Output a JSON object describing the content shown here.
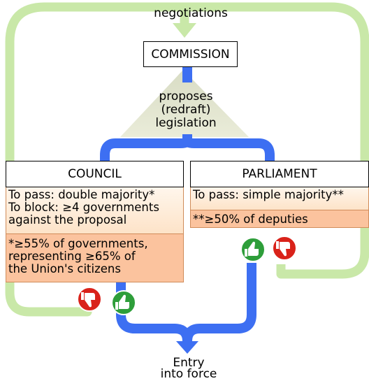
{
  "top_label": "negotiations",
  "commission": {
    "title": "COMMISSION",
    "action_line1": "proposes",
    "action_line2": "(redraft)",
    "action_line3": "legislation"
  },
  "council": {
    "title": "COUNCIL",
    "rule_pass": "To pass: double majority*",
    "rule_block": "To block: ≥4 governments",
    "rule_block_cont": "against the proposal",
    "threshold_line1": "*≥55% of governments,",
    "threshold_line2": "representing  ≥65% of",
    "threshold_line3": "the Union's citizens"
  },
  "parliament": {
    "title": "PARLIAMENT",
    "rule_pass": "To pass: simple majority**",
    "threshold": "**≥50% of deputies"
  },
  "outcome": {
    "line1": "Entry",
    "line2": "into force"
  },
  "colors": {
    "negotiation_arrow": "#c9e8a8",
    "legislation_arrow": "#3d6ff2",
    "panel_dark": "#fbc39e",
    "panel_light": "#fde3c8",
    "thumbs_up_bg": "#2e9e3a",
    "thumbs_down_bg": "#d9221a"
  },
  "icons": [
    "thumbs-up-icon",
    "thumbs-down-icon",
    "negotiation-arrow-icon",
    "legislation-arrow-icon"
  ]
}
